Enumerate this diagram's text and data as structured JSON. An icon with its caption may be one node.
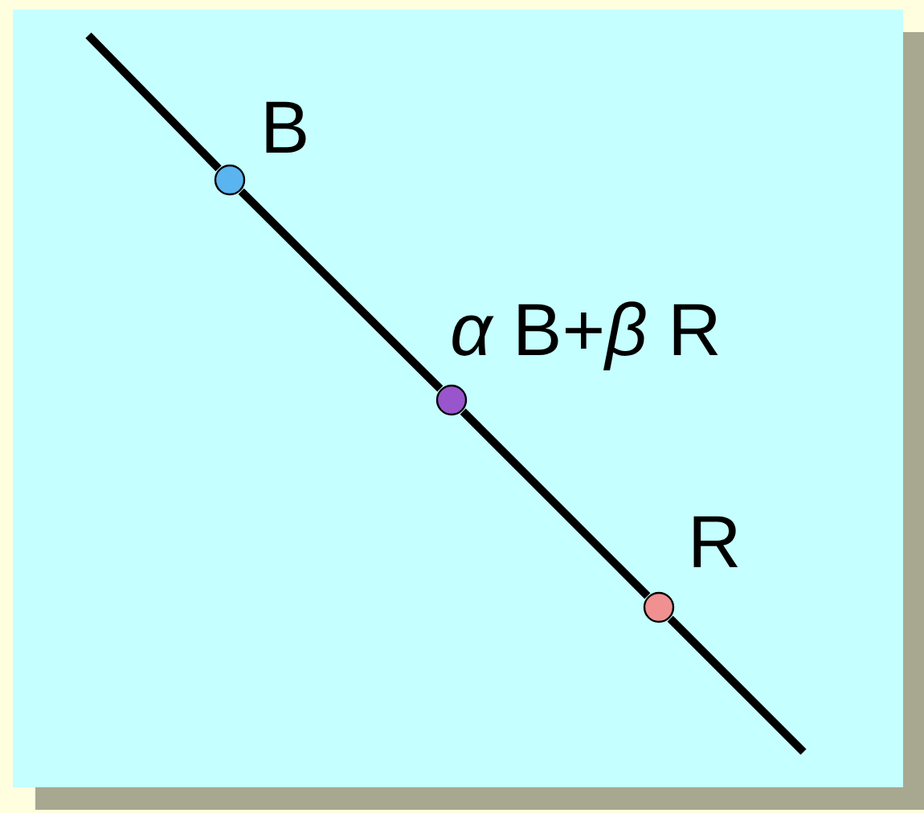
{
  "diagram": {
    "nodes": [
      {
        "text": [],
        "shape": "circle",
        "beside": [
          "B"
        ]
      },
      {
        "text": [],
        "shape": "circle",
        "beside": [
          "*α* B+*β* R"
        ]
      },
      {
        "text": [],
        "shape": "circle",
        "beside": [
          "R"
        ]
      }
    ],
    "edges": [
      {
        "from": null,
        "to": 0,
        "arrow": "none"
      },
      {
        "from": 0,
        "to": 1,
        "arrow": "none"
      },
      {
        "from": 1,
        "to": 2,
        "arrow": "none"
      },
      {
        "from": 2,
        "to": null,
        "arrow": "none"
      }
    ]
  }
}
